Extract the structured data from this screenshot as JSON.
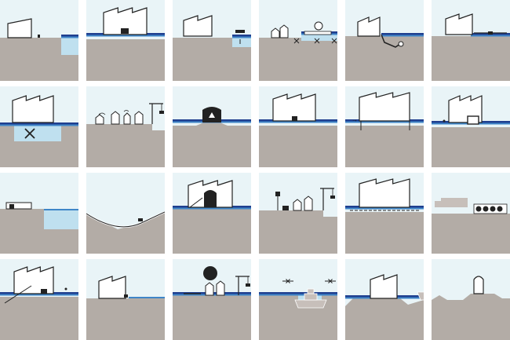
{
  "colors": {
    "sky": "#e9f4f7",
    "ground": "#b3aca6",
    "water_dark": "#1f3f8f",
    "water_mid": "#3f86c8",
    "water_light": "#bfe0ef",
    "line": "#222222",
    "building": "#ffffff",
    "ship": "#c7bfba"
  },
  "scenes": [
    {
      "kind": "factory-dock"
    },
    {
      "kind": "factory-water-vehicle"
    },
    {
      "kind": "factory-dock-crane-small"
    },
    {
      "kind": "town-dock-obstacles"
    },
    {
      "kind": "factory-pipe-under"
    },
    {
      "kind": "factory-pipe-out"
    },
    {
      "kind": "factory-flooded-cross"
    },
    {
      "kind": "town-signals-crane"
    },
    {
      "kind": "barrier-gate"
    },
    {
      "kind": "factory-small-device"
    },
    {
      "kind": "factory-walls-flow"
    },
    {
      "kind": "factory-storage-tank"
    },
    {
      "kind": "shed-basin"
    },
    {
      "kind": "sloped-channel"
    },
    {
      "kind": "factory-elevator"
    },
    {
      "kind": "town-antenna-crane"
    },
    {
      "kind": "factory-flooded-road"
    },
    {
      "kind": "truck-containers"
    },
    {
      "kind": "factory-cable-trees"
    },
    {
      "kind": "factory-waterline"
    },
    {
      "kind": "crane-blocked-sign"
    },
    {
      "kind": "ship-in-dock"
    },
    {
      "kind": "factory-terrain-ship"
    },
    {
      "kind": "silo-hills"
    }
  ]
}
